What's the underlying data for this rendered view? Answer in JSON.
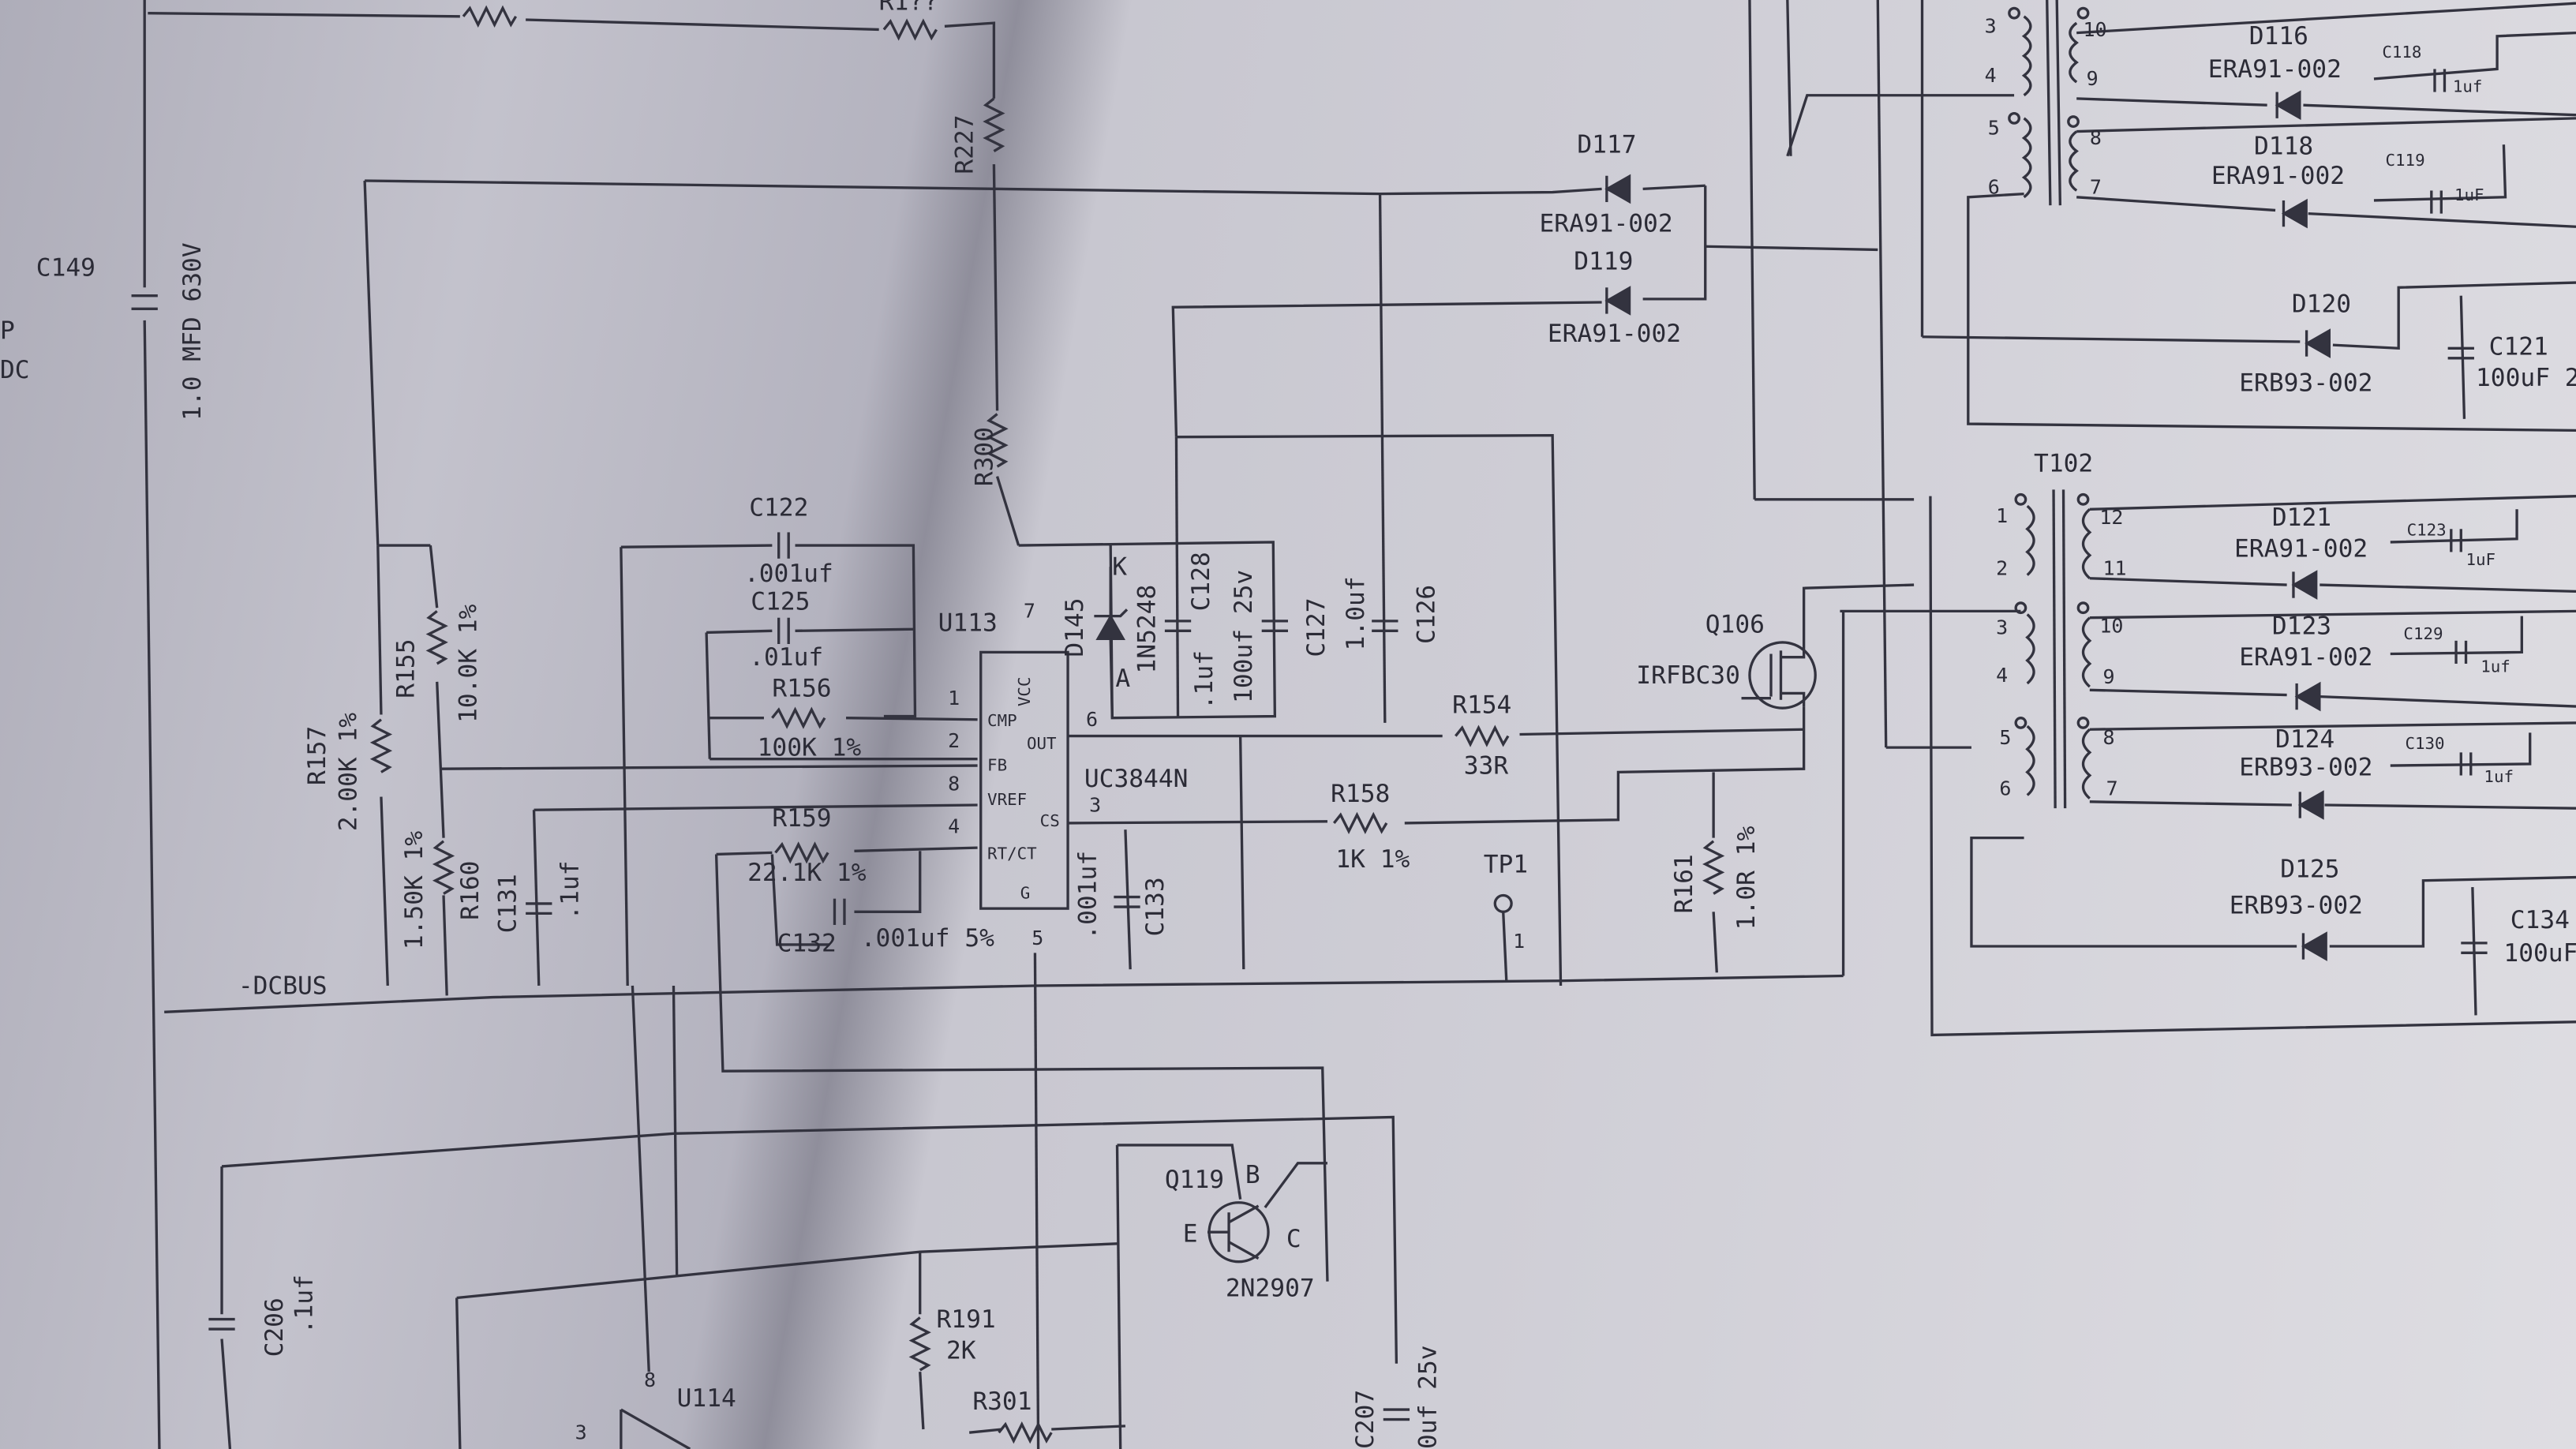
{
  "colors": {
    "paper": "#c8c7d0",
    "ink": "#2b2b36",
    "fold_shadow": "#8f8e9b"
  },
  "labels": [
    {
      "id": "c149",
      "text": "C149"
    },
    {
      "id": "c149_val",
      "text": "1.0 MFD 630V"
    },
    {
      "id": "left_p",
      "text": "P"
    },
    {
      "id": "left_dc",
      "text": "DC"
    },
    {
      "id": "r227",
      "text": "R227"
    },
    {
      "id": "r300",
      "text": "R300"
    },
    {
      "id": "r_top",
      "text": "R1??"
    },
    {
      "id": "d117",
      "text": "D117"
    },
    {
      "id": "d117_val",
      "text": "ERA91-002"
    },
    {
      "id": "d119",
      "text": "D119"
    },
    {
      "id": "d119_val",
      "text": "ERA91-002"
    },
    {
      "id": "c122",
      "text": "C122"
    },
    {
      "id": "c122_val",
      "text": ".001uf"
    },
    {
      "id": "c125",
      "text": "C125"
    },
    {
      "id": "c125_val",
      "text": ".01uf"
    },
    {
      "id": "r156",
      "text": "R156"
    },
    {
      "id": "r156_val",
      "text": "100K 1%"
    },
    {
      "id": "r159",
      "text": "R159"
    },
    {
      "id": "r159_val",
      "text": "22.1K 1%"
    },
    {
      "id": "c132",
      "text": "C132"
    },
    {
      "id": "c132_val",
      "text": ".001uf 5%"
    },
    {
      "id": "r155",
      "text": "R155"
    },
    {
      "id": "r155_val",
      "text": "10.0K 1%"
    },
    {
      "id": "r157",
      "text": "R157"
    },
    {
      "id": "r157_val",
      "text": "2.00K 1%"
    },
    {
      "id": "r160",
      "text": "R160"
    },
    {
      "id": "r160_val",
      "text": "1.50K 1%"
    },
    {
      "id": "c131",
      "text": "C131"
    },
    {
      "id": "c131_val",
      "text": ".1uf"
    },
    {
      "id": "dcbus",
      "text": "-DCBUS"
    },
    {
      "id": "u113",
      "text": "U113"
    },
    {
      "id": "uc3844",
      "text": "UC3844N"
    },
    {
      "id": "d145",
      "text": "D145"
    },
    {
      "id": "d145_val",
      "text": "1N5248"
    },
    {
      "id": "d145_k",
      "text": "K"
    },
    {
      "id": "d145_a",
      "text": "A"
    },
    {
      "id": "c128",
      "text": "C128"
    },
    {
      "id": "c128_val",
      "text": ".1uf"
    },
    {
      "id": "c127",
      "text": "C127"
    },
    {
      "id": "c127_val",
      "text": "100uf 25v"
    },
    {
      "id": "c126",
      "text": "C126"
    },
    {
      "id": "c126_val",
      "text": "1.0uf"
    },
    {
      "id": "c133",
      "text": "C133"
    },
    {
      "id": "c133_val",
      "text": ".001uf"
    },
    {
      "id": "r154",
      "text": "R154"
    },
    {
      "id": "r154_val",
      "text": "33R"
    },
    {
      "id": "r158",
      "text": "R158"
    },
    {
      "id": "r158_val",
      "text": "1K 1%"
    },
    {
      "id": "tp1",
      "text": "TP1"
    },
    {
      "id": "tp1_pin",
      "text": "1"
    },
    {
      "id": "q106",
      "text": "Q106"
    },
    {
      "id": "q106_val",
      "text": "IRFBC30"
    },
    {
      "id": "r161",
      "text": "R161"
    },
    {
      "id": "r161_val",
      "text": "1.0R 1%"
    },
    {
      "id": "q119",
      "text": "Q119"
    },
    {
      "id": "q119_val",
      "text": "2N2907"
    },
    {
      "id": "q119_b",
      "text": "B"
    },
    {
      "id": "q119_e",
      "text": "E"
    },
    {
      "id": "q119_c",
      "text": "C"
    },
    {
      "id": "c206",
      "text": "C206"
    },
    {
      "id": "c206_val",
      "text": ".1uf"
    },
    {
      "id": "r191",
      "text": "R191"
    },
    {
      "id": "r191_val",
      "text": "2K"
    },
    {
      "id": "u114",
      "text": "U114"
    },
    {
      "id": "r301",
      "text": "R301"
    },
    {
      "id": "c207",
      "text": "C207"
    },
    {
      "id": "c207_val",
      "text": "0uf 25v"
    },
    {
      "id": "d116",
      "text": "D116"
    },
    {
      "id": "d116_val",
      "text": "ERA91-002"
    },
    {
      "id": "d118",
      "text": "D118"
    },
    {
      "id": "d118_val",
      "text": "ERA91-002"
    },
    {
      "id": "d120",
      "text": "D120"
    },
    {
      "id": "d120_val",
      "text": "ERB93-002"
    },
    {
      "id": "c118",
      "text": "C118"
    },
    {
      "id": "c118_val",
      "text": "1uf"
    },
    {
      "id": "c119",
      "text": "C119"
    },
    {
      "id": "c119_val",
      "text": "1uF"
    },
    {
      "id": "c121",
      "text": "C121"
    },
    {
      "id": "c121_val",
      "text": "100uF 25"
    },
    {
      "id": "t102",
      "text": "T102"
    },
    {
      "id": "d121",
      "text": "D121"
    },
    {
      "id": "d121_val",
      "text": "ERA91-002"
    },
    {
      "id": "d123",
      "text": "D123"
    },
    {
      "id": "d123_val",
      "text": "ERA91-002"
    },
    {
      "id": "d124",
      "text": "D124"
    },
    {
      "id": "d124_val",
      "text": "ERB93-002"
    },
    {
      "id": "d125",
      "text": "D125"
    },
    {
      "id": "d125_val",
      "text": "ERB93-002"
    },
    {
      "id": "c123",
      "text": "C123"
    },
    {
      "id": "c123_val",
      "text": "1uF"
    },
    {
      "id": "c129",
      "text": "C129"
    },
    {
      "id": "c129_val",
      "text": "1uf"
    },
    {
      "id": "c130",
      "text": "C130"
    },
    {
      "id": "c130_val",
      "text": "1uf"
    },
    {
      "id": "c134",
      "text": "C134"
    },
    {
      "id": "c134_val",
      "text": "100uF"
    }
  ],
  "ic_pins": {
    "u113_left": [
      "1",
      "2",
      "8",
      "4"
    ],
    "u113_left_names": [
      "CMP",
      "FB",
      "VREF",
      "RT/CT"
    ],
    "u113_right": [
      "6",
      "3"
    ],
    "u113_right_names": [
      "OUT",
      "CS"
    ],
    "u113_top": "7",
    "u113_top_name": "VCC",
    "u113_bottom": "5",
    "u113_bottom_name": "G",
    "u114_pins": [
      "8",
      "3"
    ]
  },
  "transformer_pins": {
    "top_primary": [
      "3",
      "4",
      "5",
      "6"
    ],
    "top_secondary": [
      "10",
      "9",
      "8",
      "7"
    ],
    "t102_primary": [
      "1",
      "2",
      "3",
      "4",
      "5",
      "6"
    ],
    "t102_secondary": [
      "12",
      "11",
      "10",
      "9",
      "8",
      "7"
    ]
  }
}
